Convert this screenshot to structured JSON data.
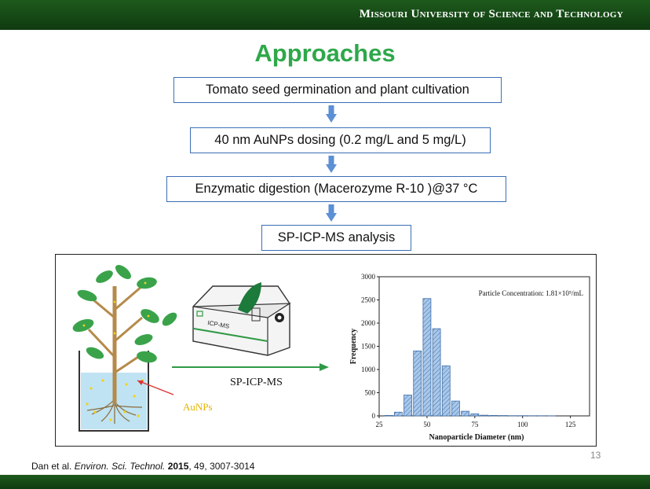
{
  "header": {
    "institution": "Missouri University of Science and Technology"
  },
  "slide": {
    "title": "Approaches",
    "steps": [
      "Tomato seed germination and plant cultivation",
      "40 nm AuNPs dosing (0.2 mg/L and 5 mg/L)",
      "Enzymatic digestion (Macerozyme R-10 )@37 °C",
      "SP-ICP-MS analysis"
    ],
    "page_number": "13"
  },
  "figure": {
    "instrument_label": "ICP-MS",
    "arrow_label": "SP-ICP-MS",
    "nanoparticle_label": "AuNPs"
  },
  "citation": {
    "authors": "Dan et al.",
    "journal": "Environ. Sci. Technol.",
    "year": "2015",
    "rest": ", 49, 3007-3014"
  },
  "colors": {
    "bar_green": "#1a4d17",
    "title_green": "#2ea84a",
    "box_border": "#3b6fb6",
    "bar_fill": "#a9c8ea"
  },
  "chart_data": {
    "type": "bar",
    "xlabel": "Nanoparticle Diameter (nm)",
    "ylabel": "Frequency",
    "annotation": "Particle Concentration: 1.81×10⁵/mL",
    "xlim": [
      25,
      135
    ],
    "ylim": [
      0,
      3000
    ],
    "xticks": [
      25,
      50,
      75,
      100,
      125
    ],
    "yticks": [
      0,
      500,
      1000,
      1500,
      2000,
      2500,
      3000
    ],
    "bin_width": 5,
    "x": [
      30,
      35,
      40,
      45,
      50,
      55,
      60,
      65,
      70,
      75,
      80,
      85,
      90,
      95,
      100,
      105,
      110,
      115
    ],
    "values": [
      10,
      80,
      450,
      1400,
      2530,
      1880,
      1080,
      320,
      100,
      45,
      15,
      10,
      8,
      5,
      5,
      4,
      4,
      3
    ],
    "grid": false
  }
}
